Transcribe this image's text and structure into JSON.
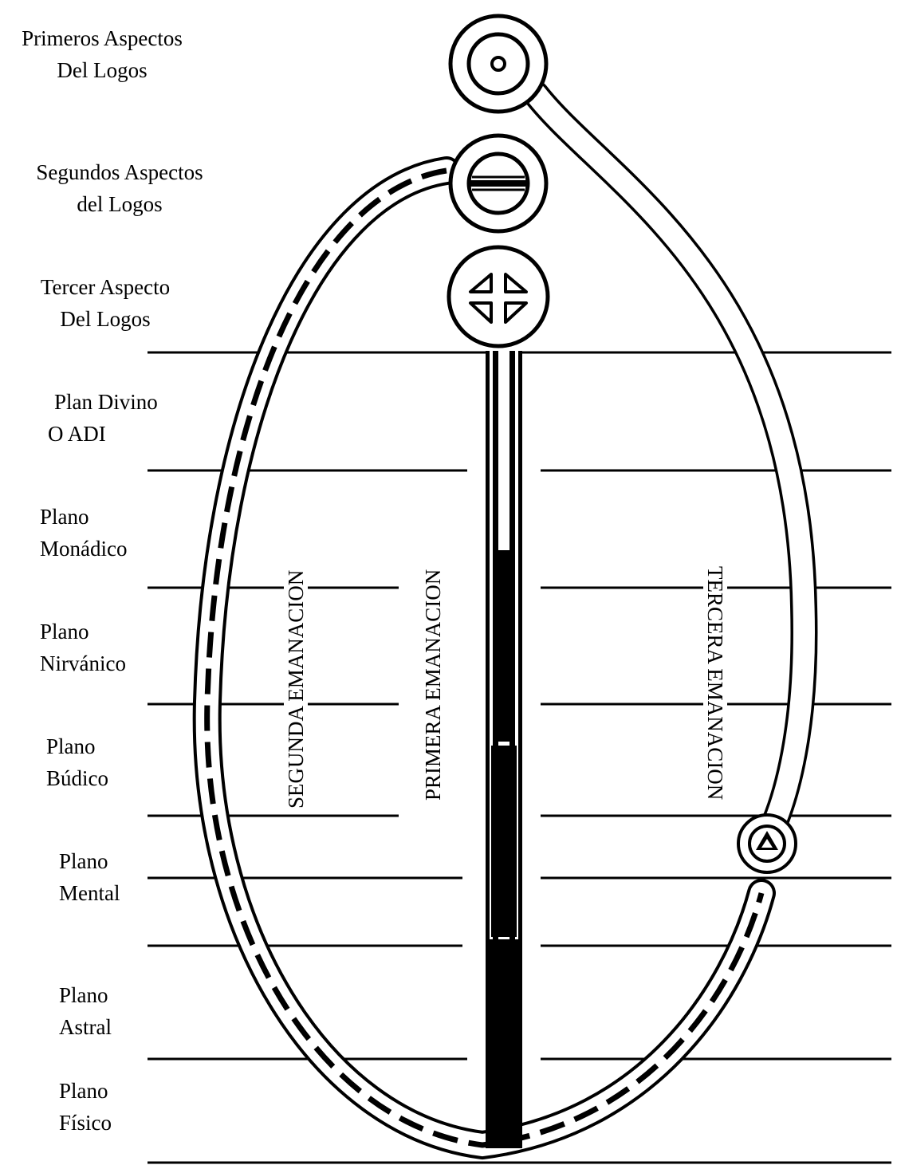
{
  "labels": {
    "first_aspects": [
      "Primeros Aspectos",
      "Del Logos"
    ],
    "second_aspects": [
      "Segundos Aspectos",
      "del Logos"
    ],
    "third_aspect": [
      "Tercer Aspecto",
      "Del Logos"
    ],
    "plan_divino": [
      "Plan Divino",
      "O ADI"
    ],
    "plano_monadico": [
      "Plano",
      "Monádico"
    ],
    "plano_nirvanico": [
      "Plano",
      "Nirvánico"
    ],
    "plano_budico": [
      "Plano",
      "Búdico"
    ],
    "plano_mental": [
      "Plano",
      "Mental"
    ],
    "plano_astral": [
      "Plano",
      "Astral"
    ],
    "plano_fisico": [
      "Plano",
      "Físico"
    ]
  },
  "emanations": {
    "second": "SEGUNDA EMANACION",
    "first": "PRIMERA EMANACION",
    "third": "TERCERA EMANACION"
  },
  "colors": {
    "ink": "#000000",
    "paper": "#ffffff"
  }
}
